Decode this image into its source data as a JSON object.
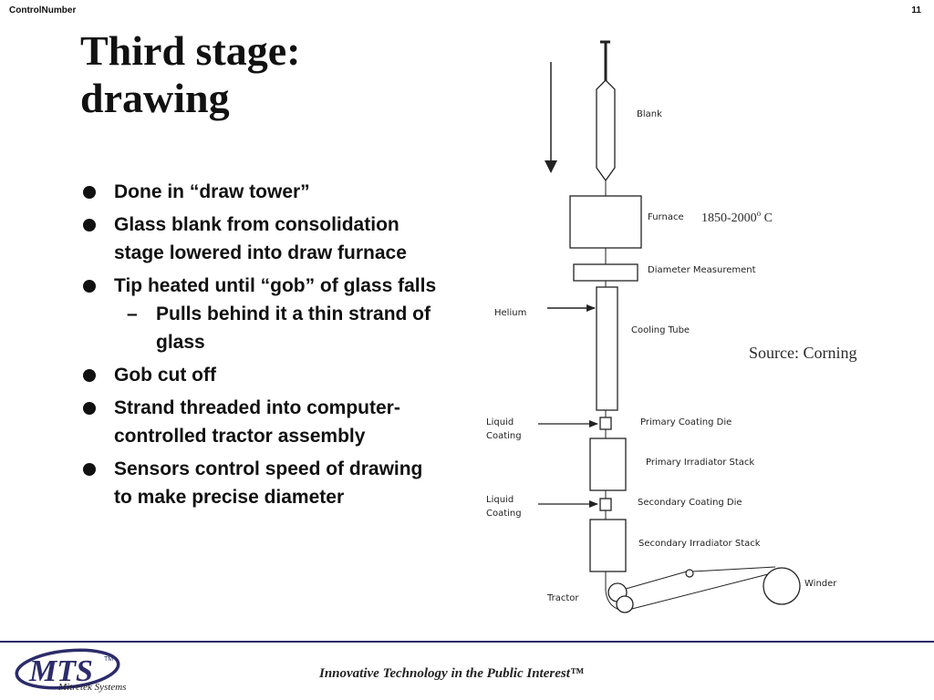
{
  "header": {
    "control_label": "ControlNumber",
    "page_number": "11"
  },
  "title": {
    "line1": "Third stage:",
    "line2": "drawing"
  },
  "bullets": [
    {
      "text": "Done in “draw tower”"
    },
    {
      "text": "Glass blank from consolidation stage lowered into draw furnace"
    },
    {
      "text": "Tip heated until “gob” of glass falls",
      "sub": [
        "Pulls behind it a thin strand of glass"
      ]
    },
    {
      "text": "Gob cut off"
    },
    {
      "text": "Strand threaded into computer-controlled tractor assembly"
    },
    {
      "text": "Sensors control speed of drawing to make precise diameter"
    }
  ],
  "diagram": {
    "labels": {
      "blank": "Blank",
      "furnace": "Furnace",
      "diameter": "Diameter Measurement",
      "helium": "Helium",
      "cooling": "Cooling Tube",
      "liquid1a": "Liquid",
      "liquid1b": "Coating",
      "primary_die": "Primary Coating Die",
      "primary_stack": "Primary Irradiator Stack",
      "liquid2a": "Liquid",
      "liquid2b": "Coating",
      "secondary_die": "Secondary Coating Die",
      "secondary_stack": "Secondary Irradiator Stack",
      "tractor": "Tractor",
      "winder": "Winder"
    },
    "temperature": "1850-2000",
    "temperature_sup": "o",
    "temperature_unit": " C",
    "source": "Source: Corning"
  },
  "footer": {
    "logo_text": "MTS",
    "logo_tm": "TM",
    "logo_sub": "Mitretek Systems",
    "tagline": "Innovative Technology in the Public Interest™"
  },
  "colors": {
    "logo_navy": "#2c2c6a",
    "footer_line": "#2c2c6a"
  }
}
